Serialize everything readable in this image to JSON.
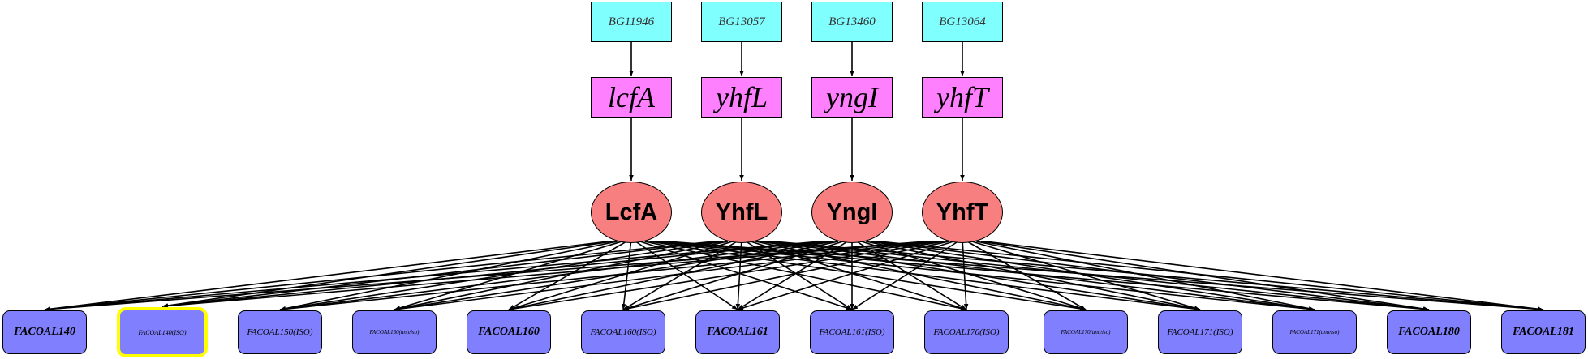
{
  "gene_ids": [
    "BG11946",
    "BG13057",
    "BG13460",
    "BG13064"
  ],
  "genes": [
    "lcfA",
    "yhfL",
    "yngI",
    "yhfT"
  ],
  "proteins": [
    "LcfA",
    "YhfL",
    "YngI",
    "YhfT"
  ],
  "reactions": [
    "FACOAL140",
    "FACOAL140(ISO)",
    "FACOAL150(ISO)",
    "FACOAL150(anteiso)",
    "FACOAL160",
    "FACOAL160(ISO)",
    "FACOAL161",
    "FACOAL161(ISO)",
    "FACOAL170(ISO)",
    "FACOAL170(anteiso)",
    "FACOAL171(ISO)",
    "FACOAL171(anteiso)",
    "FACOAL180",
    "FACOAL181"
  ],
  "highlighted_reaction": "FACOAL140(ISO)",
  "colors": {
    "gene_id_fill": "#80ffff",
    "gene_fill": "#ff80ff",
    "protein_fill": "#f77f7f",
    "reaction_fill": "#8080ff",
    "highlight": "#ffff00",
    "edge": "#000000"
  }
}
